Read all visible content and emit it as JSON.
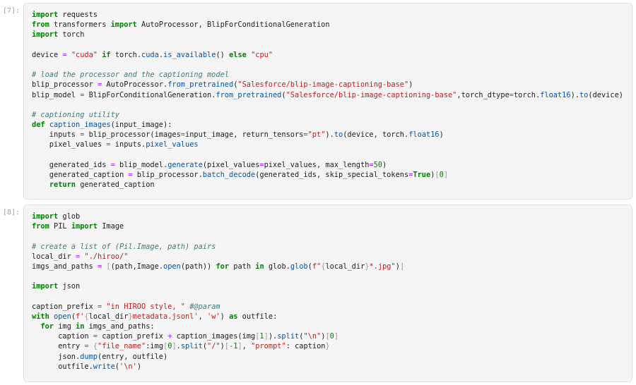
{
  "cells": [
    {
      "prompt": "[7]:",
      "lines": [
        [
          [
            "k",
            "import"
          ],
          [
            "",
            " requests"
          ]
        ],
        [
          [
            "k",
            "from"
          ],
          [
            "",
            " transformers "
          ],
          [
            "k",
            "import"
          ],
          [
            "",
            " AutoProcessor, BlipForConditionalGeneration"
          ]
        ],
        [
          [
            "k",
            "import"
          ],
          [
            "",
            " torch"
          ]
        ],
        [],
        [
          [
            "",
            "device "
          ],
          [
            "o",
            "="
          ],
          [
            "",
            " "
          ],
          [
            "s",
            "\"cuda\""
          ],
          [
            "",
            " "
          ],
          [
            "k",
            "if"
          ],
          [
            "",
            " torch."
          ],
          [
            "f",
            "cuda"
          ],
          [
            "",
            "."
          ],
          [
            "f",
            "is_available"
          ],
          [
            "",
            "() "
          ],
          [
            "k",
            "else"
          ],
          [
            "",
            " "
          ],
          [
            "s",
            "\"cpu\""
          ]
        ],
        [],
        [
          [
            "c",
            "# load the processor and the captioning model"
          ]
        ],
        [
          [
            "",
            "blip_processor "
          ],
          [
            "o",
            "="
          ],
          [
            "",
            " AutoProcessor."
          ],
          [
            "f",
            "from_pretrained"
          ],
          [
            "",
            "("
          ],
          [
            "s",
            "\"Salesforce/blip-image-captioning-base\""
          ],
          [
            "",
            ")"
          ]
        ],
        [
          [
            "",
            "blip_model "
          ],
          [
            "o",
            "="
          ],
          [
            "",
            " BlipForConditionalGeneration."
          ],
          [
            "f",
            "from_pretrained"
          ],
          [
            "",
            "("
          ],
          [
            "s",
            "\"Salesforce/blip-image-captioning-base\""
          ],
          [
            "",
            ",torch_dtype"
          ],
          [
            "o",
            "="
          ],
          [
            "",
            "torch."
          ],
          [
            "f",
            "float16"
          ],
          [
            "",
            ")."
          ],
          [
            "f",
            "to"
          ],
          [
            "",
            "(device)"
          ]
        ],
        [],
        [
          [
            "c",
            "# captioning utility"
          ]
        ],
        [
          [
            "k",
            "def"
          ],
          [
            "",
            " "
          ],
          [
            "f",
            "caption_images"
          ],
          [
            "",
            "(input_image):"
          ]
        ],
        [
          [
            "",
            "    inputs "
          ],
          [
            "o",
            "="
          ],
          [
            "",
            " blip_processor(images"
          ],
          [
            "o",
            "="
          ],
          [
            "",
            "input_image, return_tensors"
          ],
          [
            "o",
            "="
          ],
          [
            "s",
            "\"pt\""
          ],
          [
            "",
            ")."
          ],
          [
            "f",
            "to"
          ],
          [
            "",
            "(device, torch."
          ],
          [
            "f",
            "float16"
          ],
          [
            "",
            ")"
          ]
        ],
        [
          [
            "",
            "    pixel_values "
          ],
          [
            "o",
            "="
          ],
          [
            "",
            " inputs."
          ],
          [
            "f",
            "pixel_values"
          ]
        ],
        [],
        [
          [
            "",
            "    generated_ids "
          ],
          [
            "o",
            "="
          ],
          [
            "",
            " blip_model."
          ],
          [
            "f",
            "generate"
          ],
          [
            "",
            "(pixel_values"
          ],
          [
            "o",
            "="
          ],
          [
            "",
            "pixel_values, max_length"
          ],
          [
            "o",
            "="
          ],
          [
            "n",
            "50"
          ],
          [
            "",
            ")"
          ]
        ],
        [
          [
            "",
            "    generated_caption "
          ],
          [
            "o",
            "="
          ],
          [
            "",
            " blip_processor."
          ],
          [
            "f",
            "batch_decode"
          ],
          [
            "",
            "(generated_ids, skip_special_tokens"
          ],
          [
            "o",
            "="
          ],
          [
            "k",
            "True"
          ],
          [
            "",
            ")"
          ],
          [
            "b",
            "["
          ],
          [
            "n",
            "0"
          ],
          [
            "b",
            "]"
          ]
        ],
        [
          [
            "",
            "    "
          ],
          [
            "k",
            "return"
          ],
          [
            "",
            " generated_caption"
          ]
        ]
      ]
    },
    {
      "prompt": "[8]:",
      "lines": [
        [
          [
            "k",
            "import"
          ],
          [
            "",
            " glob"
          ]
        ],
        [
          [
            "k",
            "from"
          ],
          [
            "",
            " PIL "
          ],
          [
            "k",
            "import"
          ],
          [
            "",
            " Image"
          ]
        ],
        [],
        [
          [
            "c",
            "# create a list of (Pil.Image, path) pairs"
          ]
        ],
        [
          [
            "",
            "local_dir "
          ],
          [
            "o",
            "="
          ],
          [
            "",
            " "
          ],
          [
            "s",
            "\"./hiroo/\""
          ]
        ],
        [
          [
            "",
            "imgs_and_paths "
          ],
          [
            "o",
            "="
          ],
          [
            "",
            " "
          ],
          [
            "b",
            "["
          ],
          [
            "",
            "(path,Image."
          ],
          [
            "f",
            "open"
          ],
          [
            "",
            "(path)) "
          ],
          [
            "k",
            "for"
          ],
          [
            "",
            " path "
          ],
          [
            "k",
            "in"
          ],
          [
            "",
            " glob."
          ],
          [
            "f",
            "glob"
          ],
          [
            "",
            "("
          ],
          [
            "s",
            "f\""
          ],
          [
            "b",
            "{"
          ],
          [
            "",
            "local_dir"
          ],
          [
            "b",
            "}"
          ],
          [
            "s",
            "*.jpg\""
          ],
          [
            "",
            ")"
          ],
          [
            "b",
            "]"
          ]
        ],
        [],
        [
          [
            "k",
            "import"
          ],
          [
            "",
            " json"
          ]
        ],
        [],
        [
          [
            "",
            "caption_prefix "
          ],
          [
            "o",
            "="
          ],
          [
            "",
            " "
          ],
          [
            "s",
            "\"in HIROO style, \""
          ],
          [
            "",
            " "
          ],
          [
            "c",
            "#@param"
          ]
        ],
        [
          [
            "k",
            "with"
          ],
          [
            "",
            " "
          ],
          [
            "f",
            "open"
          ],
          [
            "",
            "("
          ],
          [
            "s",
            "f'"
          ],
          [
            "b",
            "{"
          ],
          [
            "",
            "local_dir"
          ],
          [
            "b",
            "}"
          ],
          [
            "s",
            "metadata.jsonl'"
          ],
          [
            "",
            ", "
          ],
          [
            "s",
            "'w'"
          ],
          [
            "",
            ") "
          ],
          [
            "k",
            "as"
          ],
          [
            "",
            " outfile:"
          ]
        ],
        [
          [
            "",
            "  "
          ],
          [
            "k",
            "for"
          ],
          [
            "",
            " img "
          ],
          [
            "k",
            "in"
          ],
          [
            "",
            " imgs_and_paths:"
          ]
        ],
        [
          [
            "",
            "      caption "
          ],
          [
            "o",
            "="
          ],
          [
            "",
            " caption_prefix "
          ],
          [
            "o",
            "+"
          ],
          [
            "",
            " caption_images(img"
          ],
          [
            "b",
            "["
          ],
          [
            "n",
            "1"
          ],
          [
            "b",
            "]"
          ],
          [
            "",
            ")."
          ],
          [
            "f",
            "split"
          ],
          [
            "",
            "("
          ],
          [
            "s",
            "\"\\n\""
          ],
          [
            "",
            ")"
          ],
          [
            "b",
            "["
          ],
          [
            "n",
            "0"
          ],
          [
            "b",
            "]"
          ]
        ],
        [
          [
            "",
            "      entry "
          ],
          [
            "o",
            "="
          ],
          [
            "",
            " "
          ],
          [
            "b",
            "{"
          ],
          [
            "s",
            "\"file_name\""
          ],
          [
            "",
            ":img"
          ],
          [
            "b",
            "["
          ],
          [
            "n",
            "0"
          ],
          [
            "b",
            "]"
          ],
          [
            "",
            "."
          ],
          [
            "f",
            "split"
          ],
          [
            "",
            "("
          ],
          [
            "s",
            "\"/\""
          ],
          [
            "",
            ")"
          ],
          [
            "b",
            "["
          ],
          [
            "n",
            "-1"
          ],
          [
            "b",
            "]"
          ],
          [
            "",
            ", "
          ],
          [
            "s",
            "\"prompt\""
          ],
          [
            "",
            ": caption"
          ],
          [
            "b",
            "}"
          ]
        ],
        [
          [
            "",
            "      json."
          ],
          [
            "f",
            "dump"
          ],
          [
            "",
            "(entry, outfile)"
          ]
        ],
        [
          [
            "",
            "      outfile."
          ],
          [
            "f",
            "write"
          ],
          [
            "",
            "("
          ],
          [
            "s",
            "'\\n'"
          ],
          [
            "",
            ")"
          ]
        ]
      ]
    }
  ]
}
